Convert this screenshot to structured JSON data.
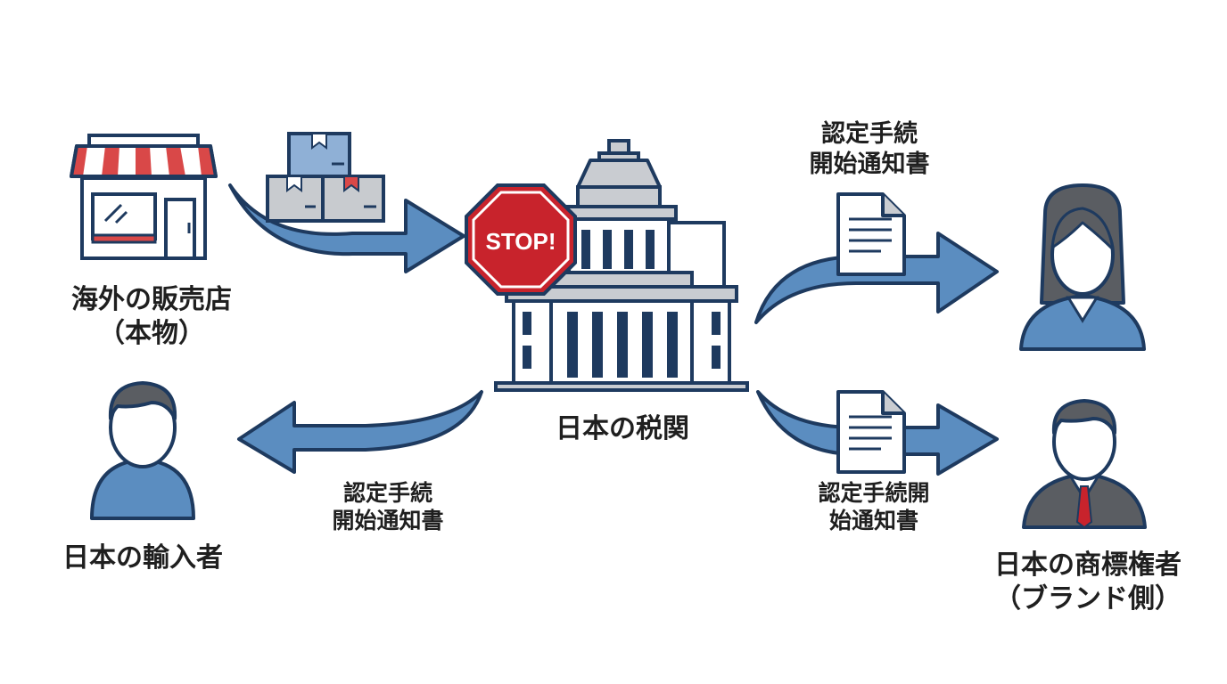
{
  "nodes": {
    "overseas_seller": {
      "line1": "海外の販売店",
      "line2": "（本物）"
    },
    "japan_importer": {
      "line1": "日本の輸入者"
    },
    "japan_customs": {
      "line1": "日本の税関",
      "stop_sign": "STOP!"
    },
    "trademark_holder": {
      "line1": "日本の商標権者",
      "line2": "（ブランド側）"
    }
  },
  "notices": {
    "top_right": {
      "line1": "認定手続",
      "line2": "開始通知書"
    },
    "bottom_left": {
      "line1": "認定手続",
      "line2": "開始通知書"
    },
    "bottom_right": {
      "line1": "認定手続開",
      "line2": "始通知書"
    }
  },
  "colors": {
    "arrow_fill": "#5b8dc0",
    "outline": "#1e3a5f",
    "stop_red": "#c8232c",
    "building_gray": "#c9ccd1",
    "box_blue": "#8fb0d6",
    "box_gray": "#c8cbcf",
    "awning_red": "#d94848",
    "skin": "#ffffff",
    "suit_blue": "#5b8dc0",
    "suit_gray": "#5a5d62",
    "tie_red": "#c8232c",
    "hair_gray": "#5a5d62"
  }
}
